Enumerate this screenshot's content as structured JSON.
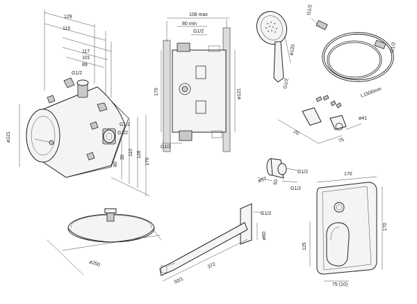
{
  "box_dims": {
    "d129": "129",
    "d115": "115",
    "d117": "117",
    "d101": "101",
    "d89": "89",
    "g12_a": "G1/2",
    "g12_b": "G1/2",
    "g12_c": "G1/2",
    "d121": "ø121",
    "d30": "30",
    "d110": "110",
    "d126": "126",
    "d170": "170",
    "d80": "80"
  },
  "mid_dims": {
    "d108": "108 max",
    "d80min": "80 min",
    "g12_top": "G1/2",
    "d170": "170",
    "d121": "ø121",
    "g12_bot": "G1/2"
  },
  "handshower_dims": {
    "d120": "ø120",
    "g12": "G1/2"
  },
  "hose_dims": {
    "g12a": "G1/2",
    "g12b": "G1/2",
    "len": "L1500mm"
  },
  "holder_dims": {
    "d41": "ø41",
    "d20": "20",
    "d75": "75"
  },
  "outlet_dims": {
    "d57": "ø57",
    "d50": "50",
    "g12a": "G1/2",
    "g12b": "G1/2"
  },
  "rain_dims": {
    "d250": "ø250"
  },
  "spout_dims": {
    "g12": "G1/2",
    "d60": "ø60",
    "len": "372",
    "w": "50/1"
  },
  "panel_dims": {
    "d170w": "170",
    "d170h": "170",
    "d125": "125",
    "d75": "75 (10)"
  }
}
